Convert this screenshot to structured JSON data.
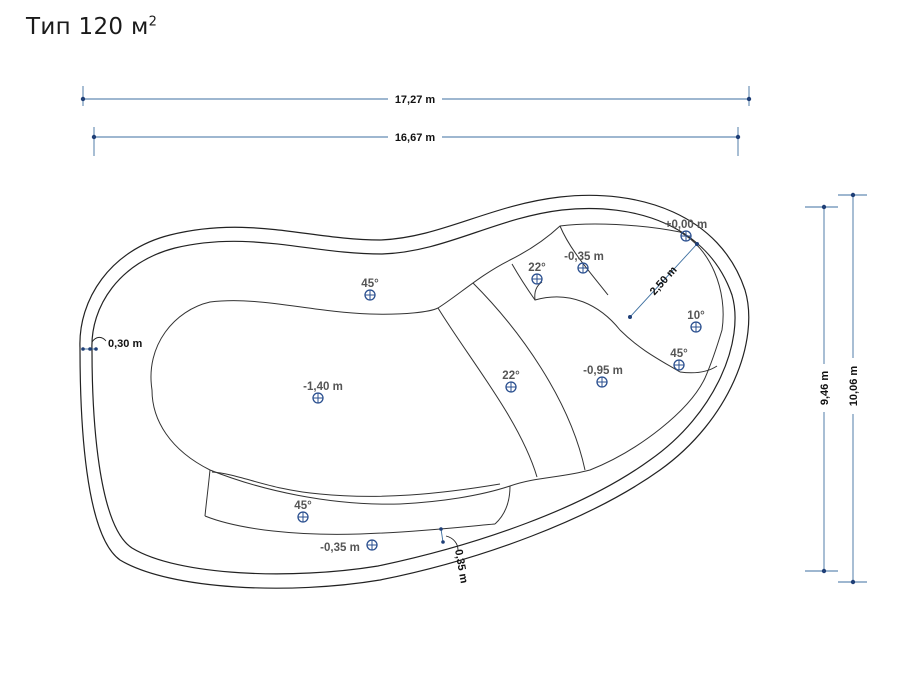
{
  "title": {
    "text": "Тип 120 м",
    "sup": "2"
  },
  "dimensions": {
    "outer_width": "17,27 m",
    "inner_width": "16,67 m",
    "inner_height": "9,46 m",
    "outer_height": "10,06 m",
    "rim_left": "0,30 m",
    "rim_bottom": "0,35 m",
    "slope_length": "2,50 m"
  },
  "depths": {
    "deep_zone": "-1,40 m",
    "mid_zone": "-0,95 m",
    "right_step": "-0,35 m",
    "bottom_step": "-0,35 m",
    "beach_top": "+0,00 m"
  },
  "angles": {
    "left_upper": "45°",
    "center_ramp": "22°",
    "right_ramp": "22°",
    "right_lower": "45°",
    "beach": "10°",
    "bottom_bench": "45°"
  }
}
